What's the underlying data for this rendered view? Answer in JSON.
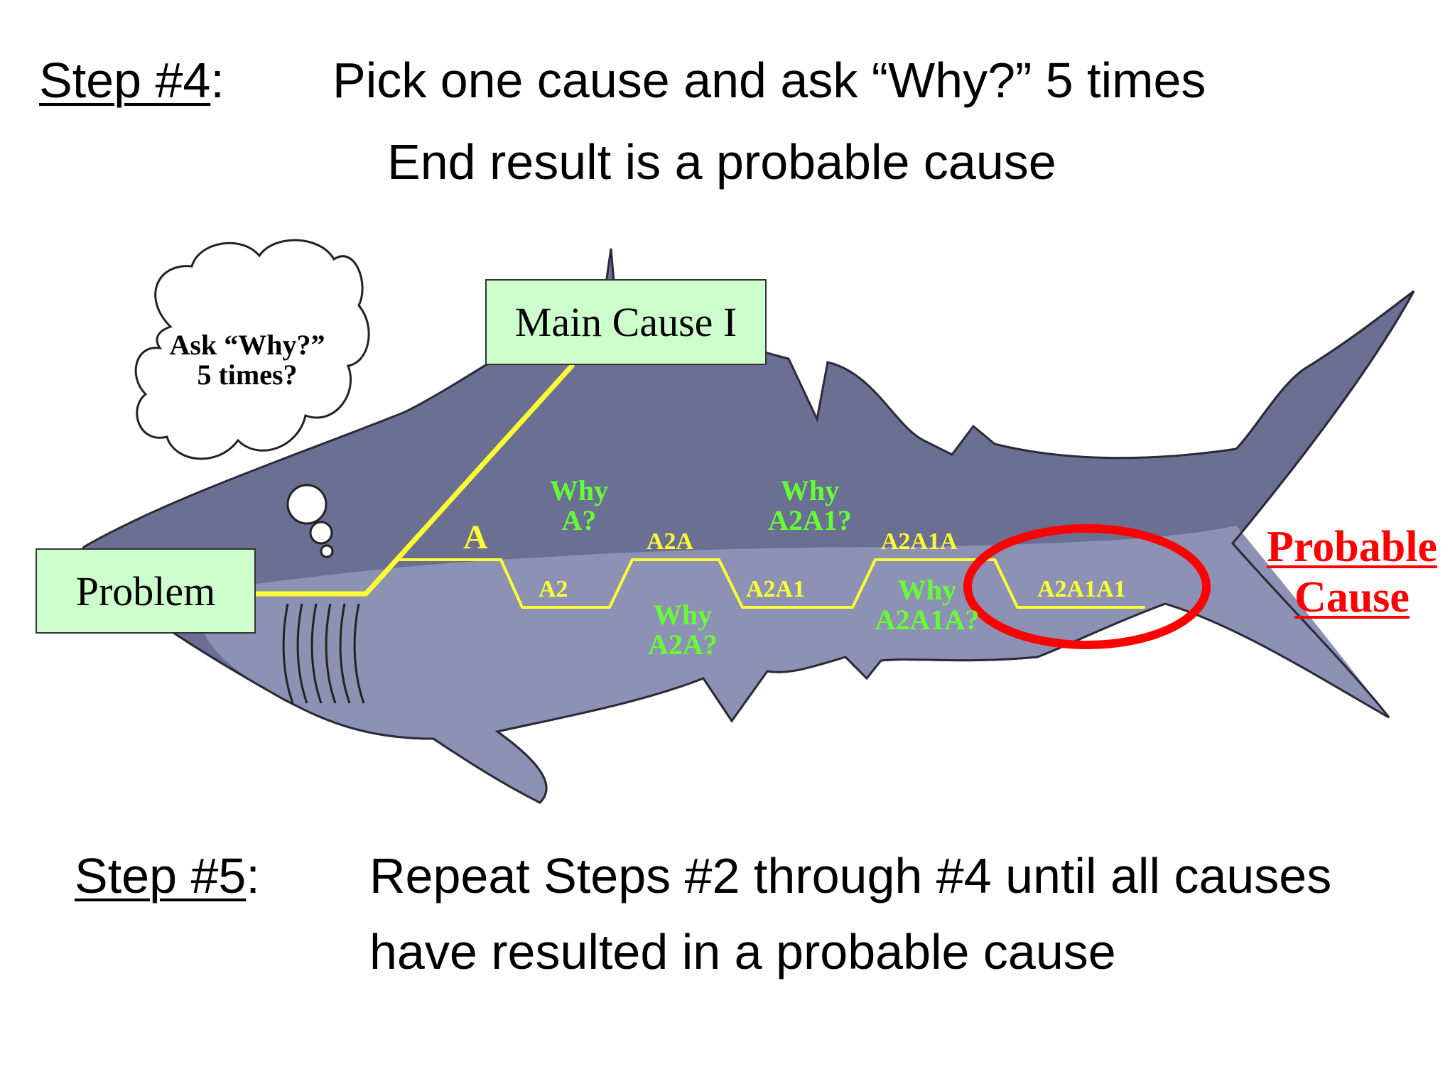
{
  "step4": {
    "label": "Step #4",
    "colon": ":",
    "line1": "Pick one cause and ask “Why?” 5 times",
    "line2": "End result is a probable cause"
  },
  "step5": {
    "label": "Step #5",
    "colon": ":",
    "line1": "Repeat Steps #2 through #4 until all causes",
    "line2": "have resulted in a probable cause"
  },
  "diagram": {
    "main_cause": "Main Cause I",
    "problem": "Problem",
    "thought": {
      "line1": "Ask “Why?”",
      "line2": "5 times?"
    },
    "bone_labels": {
      "a": "A",
      "a2": "A2",
      "a2a": "A2A",
      "a2a1": "A2A1",
      "a2a1a": "A2A1A",
      "a2a1a1": "A2A1A1"
    },
    "why_labels": {
      "why_a": {
        "line1": "Why",
        "line2": "A?"
      },
      "why_a2a": {
        "line1": "Why",
        "line2": "A2A?"
      },
      "why_a2a1": {
        "line1": "Why",
        "line2": "A2A1?"
      },
      "why_a2a1a": {
        "line1": "Why",
        "line2": "A2A1A?"
      }
    },
    "probable_cause": {
      "line1": "Probable",
      "line2": "Cause"
    },
    "colors": {
      "shark_dark": "#6b6f92",
      "shark_light": "#8d91b3",
      "bone_line": "#ffff33",
      "why_text": "#66ff33",
      "highlight": "#ff0000",
      "box_fill": "#ccffcc"
    }
  }
}
